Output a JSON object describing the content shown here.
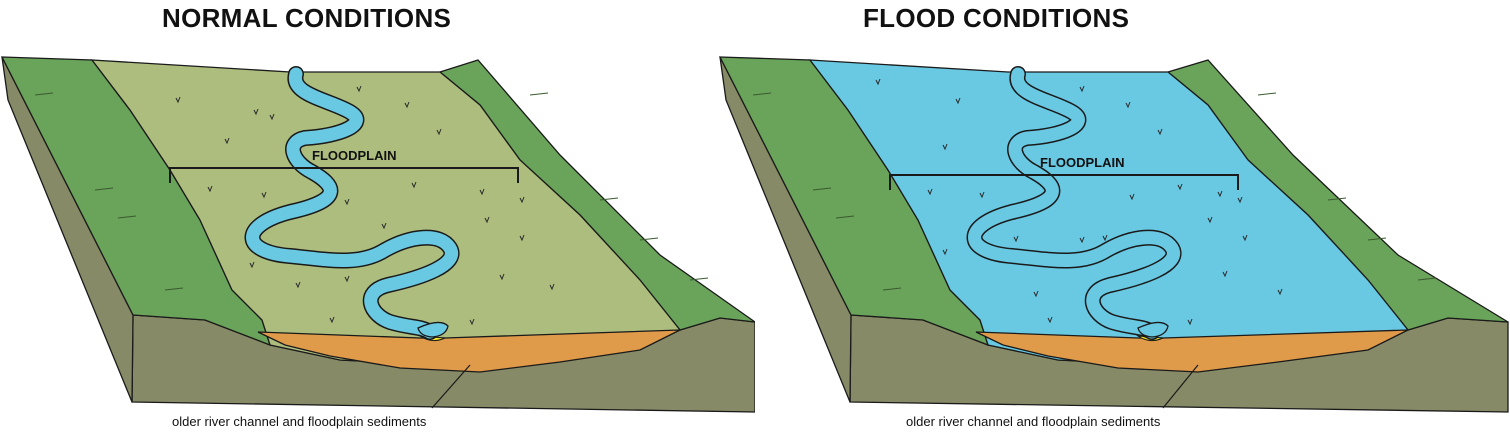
{
  "panels": [
    {
      "id": "normal",
      "title": "NORMAL CONDITIONS",
      "floodplain_label": "FLOODPLAIN",
      "sediment_label": "older river channel and floodplain sediments",
      "flooded": false
    },
    {
      "id": "flood",
      "title": "FLOOD CONDITIONS",
      "floodplain_label": "FLOODPLAIN",
      "sediment_label": "older river channel and floodplain sediments",
      "flooded": true
    }
  ],
  "colors": {
    "bank_top": "#6aa35a",
    "bank_side": "#878a66",
    "plain_normal": "#adbd7e",
    "plain_flood": "#69c9e3",
    "river": "#69c9e3",
    "sediment": "#df9a4a",
    "sand": "#f2e42a",
    "outline": "#1a1a1a"
  }
}
